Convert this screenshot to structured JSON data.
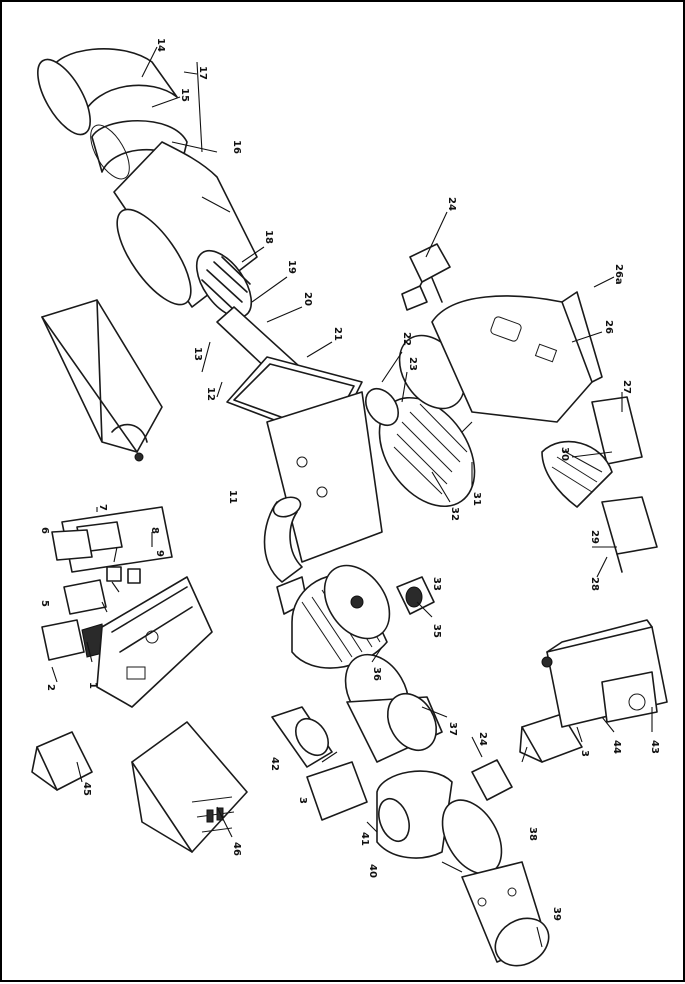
{
  "colors": {
    "ink": "#1a1a1a",
    "paper": "#ffffff"
  },
  "labels": {
    "l1": "1",
    "l2": "2",
    "l3a": "3",
    "l3b": "3",
    "l5": "5",
    "l6": "6",
    "l7": "7",
    "l8": "8",
    "l9": "9",
    "l11": "11",
    "l12": "12",
    "l13": "13",
    "l14": "14",
    "l15": "15",
    "l16": "16",
    "l17": "17",
    "l18": "18",
    "l19": "19",
    "l20": "20",
    "l21": "21",
    "l22": "22",
    "l23": "23",
    "l24a": "24",
    "l24b": "24",
    "l26": "26",
    "l26a": "26a",
    "l27": "27",
    "l28": "28",
    "l29": "29",
    "l30": "30",
    "l31": "31",
    "l32": "32",
    "l33": "33",
    "l35": "35",
    "l36": "36",
    "l37": "37",
    "l38": "38",
    "l39": "39",
    "l40": "40",
    "l41": "41",
    "l42": "42",
    "l43": "43",
    "l44": "44",
    "l45": "45",
    "l46": "46"
  }
}
